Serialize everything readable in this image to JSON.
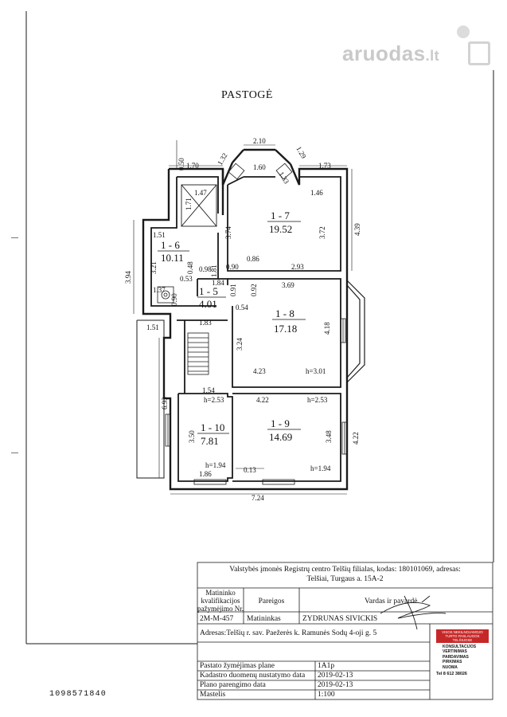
{
  "watermark": {
    "text": "aruodas",
    "suffix": ".lt"
  },
  "title": "PASTOGĖ",
  "rooms": [
    {
      "id": "1 - 6",
      "area": "10.11"
    },
    {
      "id": "1 - 7",
      "area": "19.52"
    },
    {
      "id": "1 - 5",
      "area": "4.01"
    },
    {
      "id": "1 - 8",
      "area": "17.18"
    },
    {
      "id": "1 - 10",
      "area": "7.81"
    },
    {
      "id": "1 - 9",
      "area": "14.69"
    }
  ],
  "dimensions": {
    "d210": "2.10",
    "d050": "0.50",
    "d170": "1.70",
    "d132": "1.32",
    "d160": "1.60",
    "d129": "1.29",
    "d173": "1.73",
    "d133": "1.33",
    "d147": "1.47",
    "d146": "1.46",
    "d171": "1.71",
    "d374": "3.74",
    "d372": "3.72",
    "d439": "4.39",
    "d151a": "1.51",
    "d321": "3.21",
    "d181": "1.81",
    "d394": "3.94",
    "d098": "0.98",
    "d048": "0.48",
    "d090a": "0.90",
    "d086": "0.86",
    "d293": "2.93",
    "d137": "1.37",
    "d090b": "0.90",
    "d053": "0.53",
    "d184": "1.84",
    "d092": "0.92",
    "d369": "3.69",
    "d091": "0.91",
    "d054": "0.54",
    "d183": "1.83",
    "d151b": "1.51",
    "d324": "3.24",
    "d418": "4.18",
    "d423": "4.23",
    "h301": "h=3.01",
    "d693": "6.93",
    "d154": "1.54",
    "h253a": "h=2.53",
    "d422a": "4.22",
    "h253b": "h=2.53",
    "d350": "3.50",
    "d348": "3.48",
    "d422b": "4.22",
    "h194a": "h=1.94",
    "h194b": "h=1.94",
    "d186": "1.86",
    "d013": "0.13",
    "d724": "7.24"
  },
  "stamp": {
    "org_line1": "Valstybės įmonės Registrų centro Telšių filialas, kodas: 180101069, adresas:",
    "org_line2": "Telšiai, Turgaus a. 15A-2",
    "col_qual": [
      "Matininko",
      "kvalifikacijos",
      "pažymėjimo Nr."
    ],
    "col_position": "Pareigos",
    "col_name": "Vardas ir pavardė",
    "qual_no": "2M-M-457",
    "position": "Matininkas",
    "name": "ŽYDRŪNAS SIVICKIS",
    "address": "Adresas:Telšių r. sav. Paežerės k. Ramunės Sodų 4-oji g. 5",
    "rows": [
      {
        "label": "Pastato žymėjimas plane",
        "value": "1A1p"
      },
      {
        "label": "Kadastro duomenų nustatymo data",
        "value": "2019-02-13"
      },
      {
        "label": "Plano parengimo data",
        "value": "2019-02-13"
      },
      {
        "label": "Mastelis",
        "value": "1:100"
      }
    ]
  },
  "barcode": "1098571840",
  "advert": {
    "header": "VISOS NEKILNOJAMOJO TURTO PASLAUGOS TELŠIUOSE",
    "services": [
      "KONSULTACIJOS",
      "VERTINIMAS",
      "PARDAVIMAS",
      "PIRKIMAS",
      "NUOMA"
    ],
    "phone": "Tel 8 612 38026"
  },
  "colors": {
    "line": "#1a1a1a",
    "watermark": "#c9c9c9",
    "advert_red": "#c62828"
  }
}
